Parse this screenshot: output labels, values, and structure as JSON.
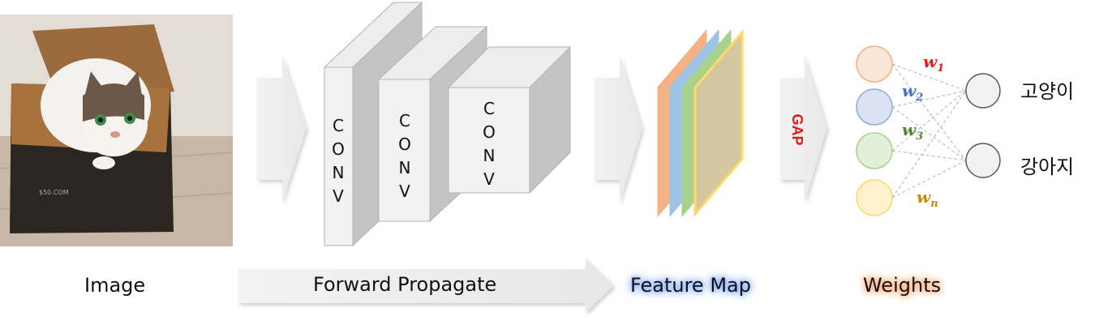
{
  "labels": {
    "image": "Image",
    "forward": "Forward Propagate",
    "feature_map": "Feature Map",
    "weights": "Weights",
    "gap": "GAP",
    "conv": [
      "C",
      "O",
      "N",
      "V"
    ]
  },
  "classes": [
    "고양이",
    "강아지"
  ],
  "weights": [
    {
      "base": "w",
      "sub": "1",
      "color": "#e02020"
    },
    {
      "base": "w",
      "sub": "2",
      "color": "#4472c4"
    },
    {
      "base": "w",
      "sub": "3",
      "color": "#548235"
    },
    {
      "base": "w",
      "sub": "n",
      "color": "#bf9000"
    }
  ],
  "feature_map_colors": [
    "#f4b183",
    "#9dc3e6",
    "#a9d18e",
    "#d8c8a0"
  ],
  "node_colors": {
    "input_fill": [
      "#fbe5d6",
      "#dae3f3",
      "#e2f0d9",
      "#fff2cc"
    ],
    "input_stroke": [
      "#f4b183",
      "#8faadc",
      "#a9d18e",
      "#ffd966"
    ],
    "output_fill": "#f2f2f2",
    "output_stroke": "#595959"
  }
}
